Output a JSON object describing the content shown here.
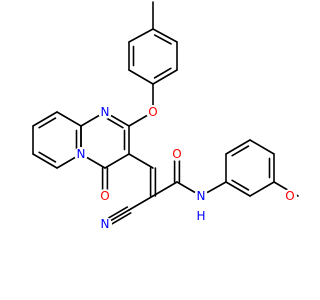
{
  "structure": {
    "atoms": {
      "n_ring": {
        "text": "N",
        "element": "N"
      },
      "n_bridge": {
        "text": "N",
        "element": "N"
      },
      "o_ether": {
        "text": "O",
        "element": "O"
      },
      "o_keto": {
        "text": "O",
        "element": "O"
      },
      "n_nitrile": {
        "text": "N",
        "element": "N"
      },
      "o_amide": {
        "text": "O",
        "element": "O"
      },
      "nh_amide": {
        "text": "N",
        "element": "N"
      },
      "h_amide": {
        "text": "H",
        "element": "H"
      },
      "o_methoxy": {
        "text": "O",
        "element": "O"
      }
    },
    "colors": {
      "N": "#0000ff",
      "O": "#ff0000",
      "H": "#0000ff",
      "bond": "#000000"
    }
  }
}
